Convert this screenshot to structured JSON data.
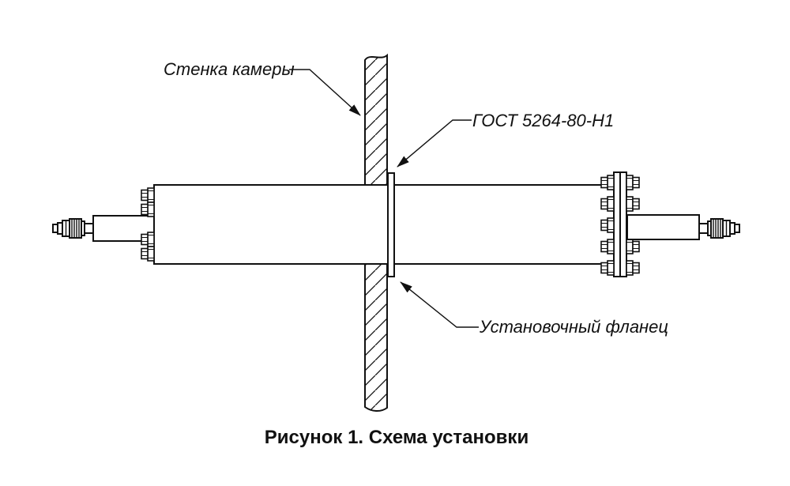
{
  "diagram": {
    "labels": {
      "chamber_wall": "Стенка камеры",
      "weld_standard": "ГОСТ 5264-80-Н1",
      "mounting_flange": "Установочный фланец"
    },
    "caption": "Рисунок 1. Схема установки",
    "colors": {
      "line": "#111111",
      "background": "#ffffff"
    }
  }
}
